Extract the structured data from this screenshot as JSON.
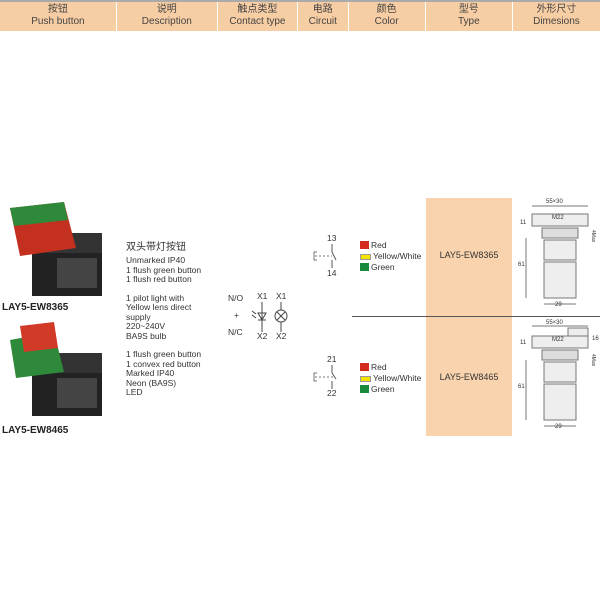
{
  "header": [
    {
      "cn": "按钮",
      "en": "Push button"
    },
    {
      "cn": "说明",
      "en": "Description"
    },
    {
      "cn": "触点类型",
      "en": "Contact type"
    },
    {
      "cn": "电路",
      "en": "Circuit"
    },
    {
      "cn": "颜色",
      "en": "Color"
    },
    {
      "cn": "型号",
      "en": "Type"
    },
    {
      "cn": "外形尺寸",
      "en": "Dimesions"
    }
  ],
  "products": [
    {
      "model": "LAY5-EW8365",
      "circuit_top": "13",
      "circuit_bottom": "14",
      "type": "LAY5-EW8365"
    },
    {
      "model": "LAY5-EW8465",
      "circuit_top": "21",
      "circuit_bottom": "22",
      "type": "LAY5-EW8465"
    }
  ],
  "description": {
    "title": "双头带灯按钮",
    "block1": [
      "Unmarked IP40",
      "1 flush green button",
      "1 flush red button"
    ],
    "block2": [
      "1 pilot light with",
      "Yellow lens direct",
      "supply",
      "220~240V",
      "BA9S bulb"
    ],
    "block3": [
      "1 flush green button",
      "1 convex red button",
      "Marked IP40",
      "Neon  (BA9S)",
      "LED"
    ]
  },
  "contact": {
    "no": "N/O",
    "plus": "+",
    "nc": "N/C",
    "x1": "X1",
    "x2": "X2"
  },
  "colors": [
    {
      "label": "Red",
      "hex": "#d42a1e"
    },
    {
      "label": "Yellow/White",
      "hex": "#f5e400"
    },
    {
      "label": "Green",
      "hex": "#1a8a3c"
    }
  ],
  "dims": {
    "width": "55×30",
    "thread": "M22",
    "top": "11",
    "max": "4Max",
    "height": "61",
    "base": "29",
    "cap": "16"
  }
}
